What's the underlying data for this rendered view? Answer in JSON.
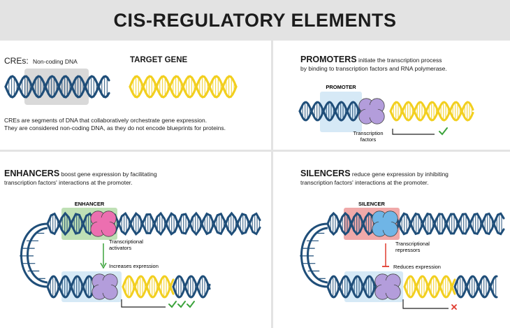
{
  "title": "CIS-REGULATORY ELEMENTS",
  "colors": {
    "dna_blue": "#1f4e79",
    "dna_yellow": "#f2cf1f",
    "transcription_factor": "#b39ddb",
    "activator": "#ec6fb0",
    "repressor": "#6fb5e6",
    "promoter_box": "#d6e9f6",
    "enhancer_box": "#bfe0b5",
    "silencer_box": "#f0a9a9",
    "check": "#3ca33c",
    "cross": "#e03b2f"
  },
  "cres": {
    "heading": "CREs:",
    "subheading": "Non-coding DNA",
    "target_label": "TARGET GENE",
    "description_line1": "CREs are segments of DNA that collaboratively orchestrate gene expression.",
    "description_line2": "They are considered non-coding DNA, as they do not encode blueprints for proteins."
  },
  "promoters": {
    "heading": "PROMOTERS",
    "text_line1": "initiate the transcription process",
    "text_line2": "by binding to transcription factors and RNA polymerase.",
    "box_label": "PROMOTER",
    "factor_label_line1": "Transcription",
    "factor_label_line2": "factors",
    "result_icon": "check-icon"
  },
  "enhancers": {
    "heading": "ENHANCERS",
    "text_line1": "boost gene expression by facilitating",
    "text_line2": "transcription factors' interactions at the promoter.",
    "box_label": "ENHANCER",
    "activator_label_line1": "Transcriptional",
    "activator_label_line2": "activators",
    "effect_label": "Increases expression",
    "result_icon": "triple-check-icon"
  },
  "silencers": {
    "heading": "SILENCERS",
    "text_line1": "reduce gene expression by inhibiting",
    "text_line2": "transcription factors' interactions at the promoter.",
    "box_label": "SILENCER",
    "repressor_label_line1": "Transcriptional",
    "repressor_label_line2": "repressors",
    "effect_label": "Reduces expression",
    "result_icon": "cross-icon"
  }
}
